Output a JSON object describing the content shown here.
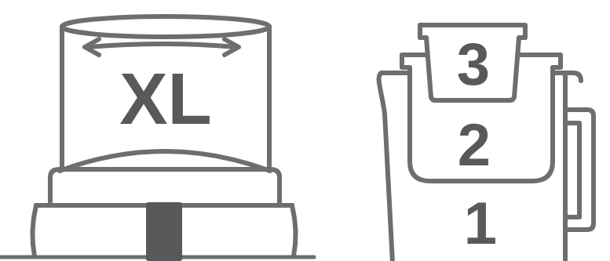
{
  "diagram": {
    "nodes": [
      {
        "text": [
          "XL"
        ]
      },
      {
        "text": [
          "1"
        ]
      },
      {
        "text": [
          "2"
        ],
        "in": 1
      },
      {
        "text": [
          "3"
        ],
        "in": 2
      }
    ]
  }
}
